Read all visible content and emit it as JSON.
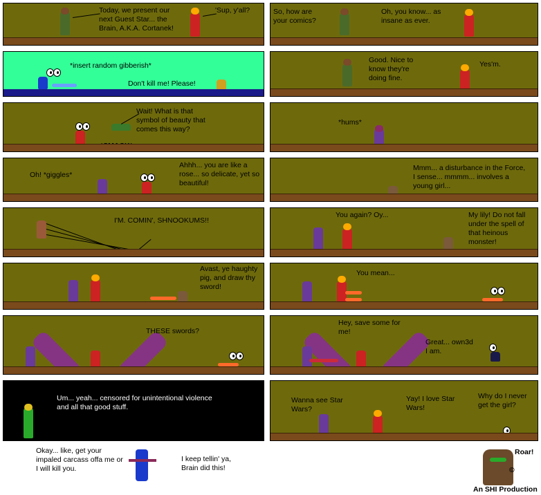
{
  "panels": [
    {
      "text": [
        "Today, we present our\nnext Guest Star... the\nBrain, A.K.A. Cortanek!",
        "'Sup, y'all?"
      ]
    },
    {
      "text": [
        "So, how are\nyour comics?",
        "Oh, you know... as\ninsane as ever."
      ]
    },
    {
      "text": [
        "*insert random gibberish*",
        "Don't kill me! Please!"
      ]
    },
    {
      "text": [
        "Good. Nice to\nknow they're\ndoing fine.",
        "Yes'm."
      ]
    },
    {
      "text": [
        "Wait! What is that\nsymbol of beauty that\ncomes this way?",
        "*SMACK*"
      ]
    },
    {
      "text": [
        "*hums*"
      ]
    },
    {
      "text": [
        "Oh! *giggles*",
        "Ahhh... you are like a\nrose... so delicate, yet so\nbeautiful!"
      ]
    },
    {
      "text": [
        "Mmm... a disturbance in the Force,\nI sense... mmmm... involves a\nyoung girl..."
      ]
    },
    {
      "text": [
        "I'M. COMIN', SHNOOKUMS!!"
      ]
    },
    {
      "text": [
        "You again? Oy...",
        "My lily! Do not fall\nunder the spell of\nthat heinous\nmonster!"
      ]
    },
    {
      "text": [
        "Avast, ye haughty\npig, and draw thy\nsword!"
      ]
    },
    {
      "text": [
        "You mean..."
      ]
    },
    {
      "text": [
        "THESE swords?"
      ]
    },
    {
      "text": [
        "Hey, save some for\nme!",
        "Great... own3d\nI am."
      ]
    },
    {
      "text": [
        "Um... yeah... censored for unintentional violence\nand all that good stuff."
      ]
    },
    {
      "text": [
        "Wanna see Star\nWars?",
        "Yay! I love Star\nWars!",
        "Why do I never\nget the girl?"
      ]
    }
  ],
  "footer": {
    "left": "Okay... like, get your\nimpaled carcass offa me or\nI will kill you.",
    "right": "I keep tellin' ya,\nBrain did this!",
    "roar": "Roar!",
    "copyright": "©",
    "credit": "An SHI Production"
  },
  "colors": {
    "panel": "#6e6a0c",
    "floor": "#7a4a1c",
    "sky": "#33ff99",
    "water": "#1a1a8a"
  }
}
